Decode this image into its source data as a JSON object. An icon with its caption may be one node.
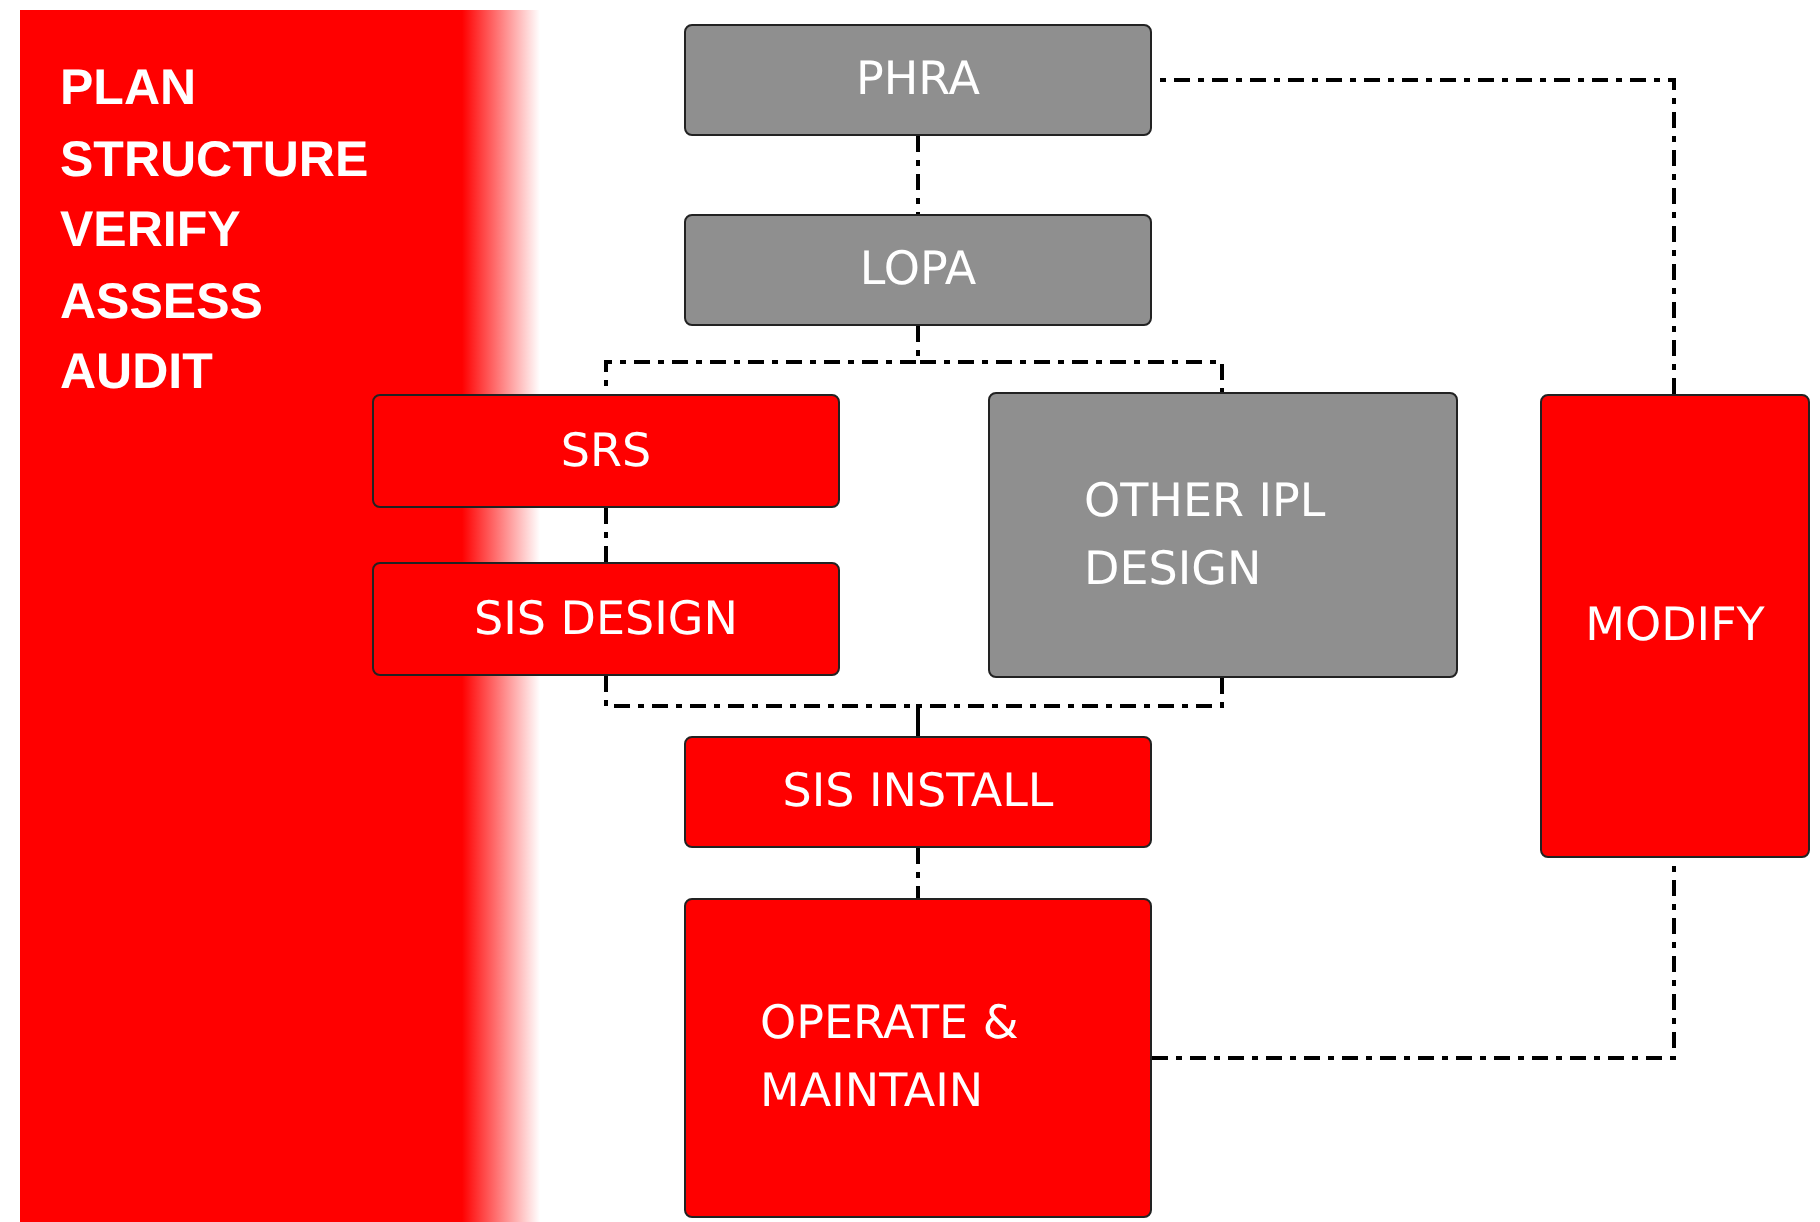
{
  "diagram": {
    "nodes": [
      {
        "text": [
          "PLAN",
          "STRUCTURE",
          "VERIFY",
          "ASSESS",
          "AUDIT"
        ]
      },
      {
        "text": [
          "PHRA"
        ]
      },
      {
        "text": [
          "LOPA"
        ]
      },
      {
        "text": [
          "SRS"
        ]
      },
      {
        "text": [
          "SIS DESIGN"
        ]
      },
      {
        "text": [
          "OTHER IPL DESIGN"
        ]
      },
      {
        "text": [
          "MODIFY"
        ]
      },
      {
        "text": [
          "SIS INSTALL"
        ]
      },
      {
        "text": [
          "OPERATE & MAINTAIN"
        ]
      }
    ],
    "edges": [
      {
        "from": 1,
        "to": 2,
        "arrow": "none"
      },
      {
        "from": 2,
        "to": 3,
        "arrow": "none"
      },
      {
        "from": 2,
        "to": 5,
        "arrow": "none"
      },
      {
        "from": 3,
        "to": 4,
        "arrow": "none"
      },
      {
        "from": 4,
        "to": 7,
        "arrow": "none"
      },
      {
        "from": 5,
        "to": 7,
        "arrow": "none"
      },
      {
        "from": 7,
        "to": 8,
        "arrow": "none"
      },
      {
        "from": 8,
        "to": 6,
        "arrow": "none"
      },
      {
        "from": 6,
        "to": 1,
        "arrow": "none"
      }
    ]
  }
}
